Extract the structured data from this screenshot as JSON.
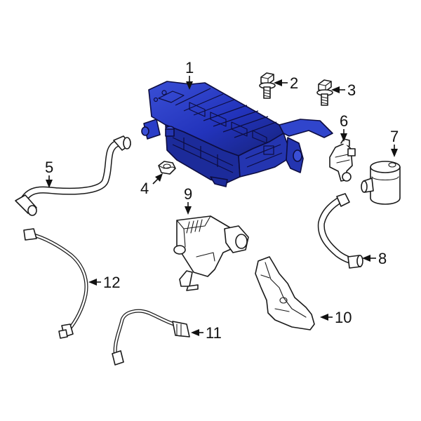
{
  "colors": {
    "highlight": "#2233bb",
    "highlight_light": "#3a4fd6",
    "highlight_dark": "#16227a",
    "line": "#1a1a1a",
    "background": "#ffffff"
  },
  "callouts": [
    {
      "id": "1",
      "label": "1",
      "part": "vapor-canister"
    },
    {
      "id": "2",
      "label": "2",
      "part": "canister-bolt"
    },
    {
      "id": "3",
      "label": "3",
      "part": "mounting-bolt"
    },
    {
      "id": "4",
      "label": "4",
      "part": "nut"
    },
    {
      "id": "5",
      "label": "5",
      "part": "vapor-hose"
    },
    {
      "id": "6",
      "label": "6",
      "part": "purge-valve"
    },
    {
      "id": "7",
      "label": "7",
      "part": "filter"
    },
    {
      "id": "8",
      "label": "8",
      "part": "vent-hose"
    },
    {
      "id": "9",
      "label": "9",
      "part": "leak-detection-pump"
    },
    {
      "id": "10",
      "label": "10",
      "part": "shield"
    },
    {
      "id": "11",
      "label": "11",
      "part": "rear-oxygen-sensor"
    },
    {
      "id": "12",
      "label": "12",
      "part": "front-oxygen-sensor"
    }
  ]
}
